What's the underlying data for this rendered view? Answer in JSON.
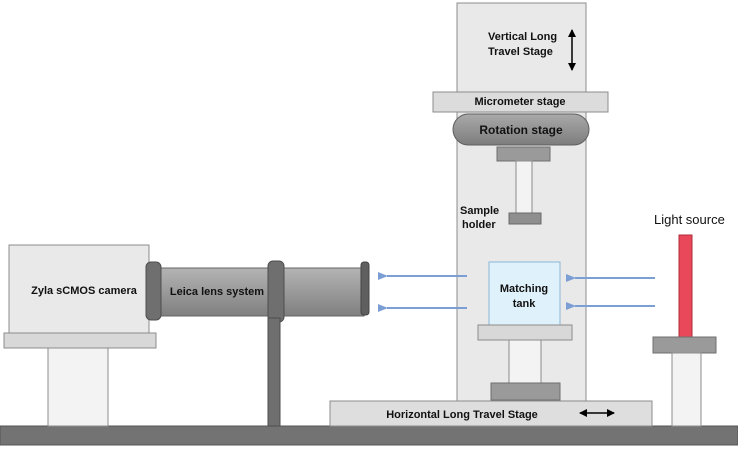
{
  "labels": {
    "vertical_stage_line1": "Vertical Long",
    "vertical_stage_line2": "Travel Stage",
    "micrometer_stage": "Micrometer stage",
    "rotation_stage": "Rotation stage",
    "sample_holder_line1": "Sample",
    "sample_holder_line2": "holder",
    "light_source": "Light source",
    "camera": "Zyla sCMOS camera",
    "lens_system": "Leica lens system",
    "matching_tank_line1": "Matching",
    "matching_tank_line2": "tank",
    "horizontal_stage": "Horizontal Long Travel Stage"
  },
  "colors": {
    "stage_fill": "#e7e7e7",
    "stage_stroke": "#8c8c8c",
    "dark_gray": "#8a8a8a",
    "rail": "#737373",
    "arrow_blue": "#7b9fd4",
    "tank_fill": "#dff1fb",
    "light_red": "#e8485a"
  }
}
